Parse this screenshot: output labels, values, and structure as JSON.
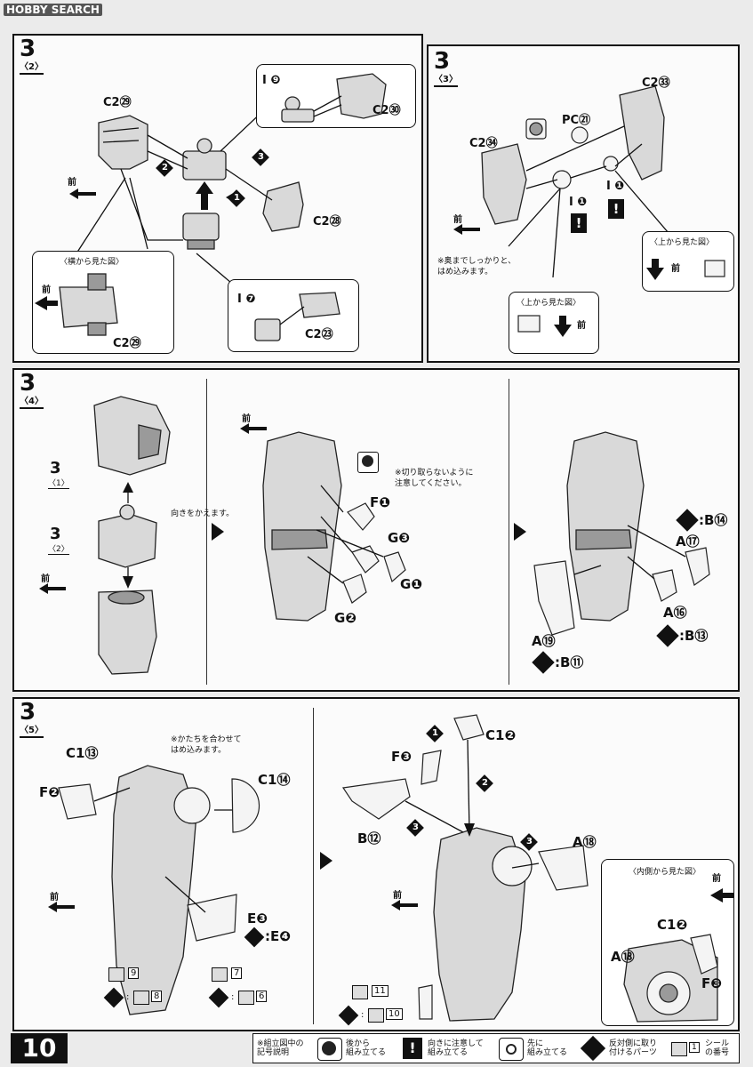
{
  "watermark": {
    "brand": "HOBBY SEARCH"
  },
  "page_number": "10",
  "step": "3",
  "panels": {
    "p2": {
      "substep": "〈2〉",
      "labels": {
        "c2_29": "C2㉙",
        "i9": "I ❾",
        "c2_30": "C2㉚",
        "c2_28": "C2㉘",
        "i7": "I ❼",
        "c2_23": "C2㉓",
        "c2_29b": "C2㉙",
        "front": "前",
        "front2": "前"
      },
      "step_nums": {
        "n1": "1",
        "n2": "2",
        "n3": "3"
      },
      "side_view_title": "〈横から見た図〉"
    },
    "p3": {
      "substep": "〈3〉",
      "labels": {
        "c2_33": "C2㉝",
        "pc21": "PC㉑",
        "c2_34": "C2㉞",
        "i1a": "I ❶",
        "i1b": "I ❶",
        "front": "前",
        "front_box1": "前",
        "front_box2": "前"
      },
      "note": "※奥までしっかりと、\nはめ込みます。",
      "top_view_title_a": "〈上から見た図〉",
      "top_view_title_b": "〈上から見た図〉"
    },
    "p4": {
      "substep": "〈4〉",
      "sub1": "〈1〉",
      "sub2": "〈2〉",
      "front": "前",
      "front2": "前",
      "turn_note": "向きをかえます。",
      "cut_note": "※切り取らないように\n注意してください。",
      "labels": {
        "f1": "F❶",
        "g3": "G❸",
        "g1": "G❶",
        "g2": "G❷",
        "a17": "A⑰",
        "b14": ":B⑭",
        "a16": "A⑯",
        "b13": ":B⑬",
        "a19": "A⑲",
        "b11": ":B⑪"
      }
    },
    "p5": {
      "substep": "〈5〉",
      "note": "※かたちを合わせて\nはめ込みます。",
      "labels": {
        "c1_13": "C1⑬",
        "c1_14": "C1⑭",
        "f2": "F❷",
        "e3": "E❸",
        "e4": ":E❹",
        "c1_2": "C1❷",
        "f3": "F❸",
        "b12": "B⑫",
        "a18": "A⑱",
        "a18b": "A⑱",
        "c1_2b": "C1❷",
        "f3b": "F❸",
        "front": "前",
        "front2": "前",
        "front3": "前"
      },
      "seals": {
        "s9": "9",
        "s8": "8",
        "s7": "7",
        "s6": "6",
        "s11": "11",
        "s10": "10"
      },
      "inner_view_title": "〈内側から見た図〉",
      "step_nums": {
        "n1": "1",
        "n2": "2",
        "n3a": "3",
        "n3b": "3"
      }
    }
  },
  "legend": {
    "title": "※組立図中の\n記号説明",
    "items": [
      {
        "icon": "back-assembly-icon",
        "text": "後から\n組み立てる"
      },
      {
        "icon": "caution-icon",
        "text": "向きに注意して\n組み立てる"
      },
      {
        "icon": "first-assembly-icon",
        "text": "先に\n組み立てる"
      },
      {
        "icon": "opposite-side-icon",
        "text": "反対側に取り\n付けるパーツ"
      },
      {
        "icon": "seal-number-icon",
        "text": "シール\nの番号"
      }
    ],
    "seal_example": "1"
  }
}
